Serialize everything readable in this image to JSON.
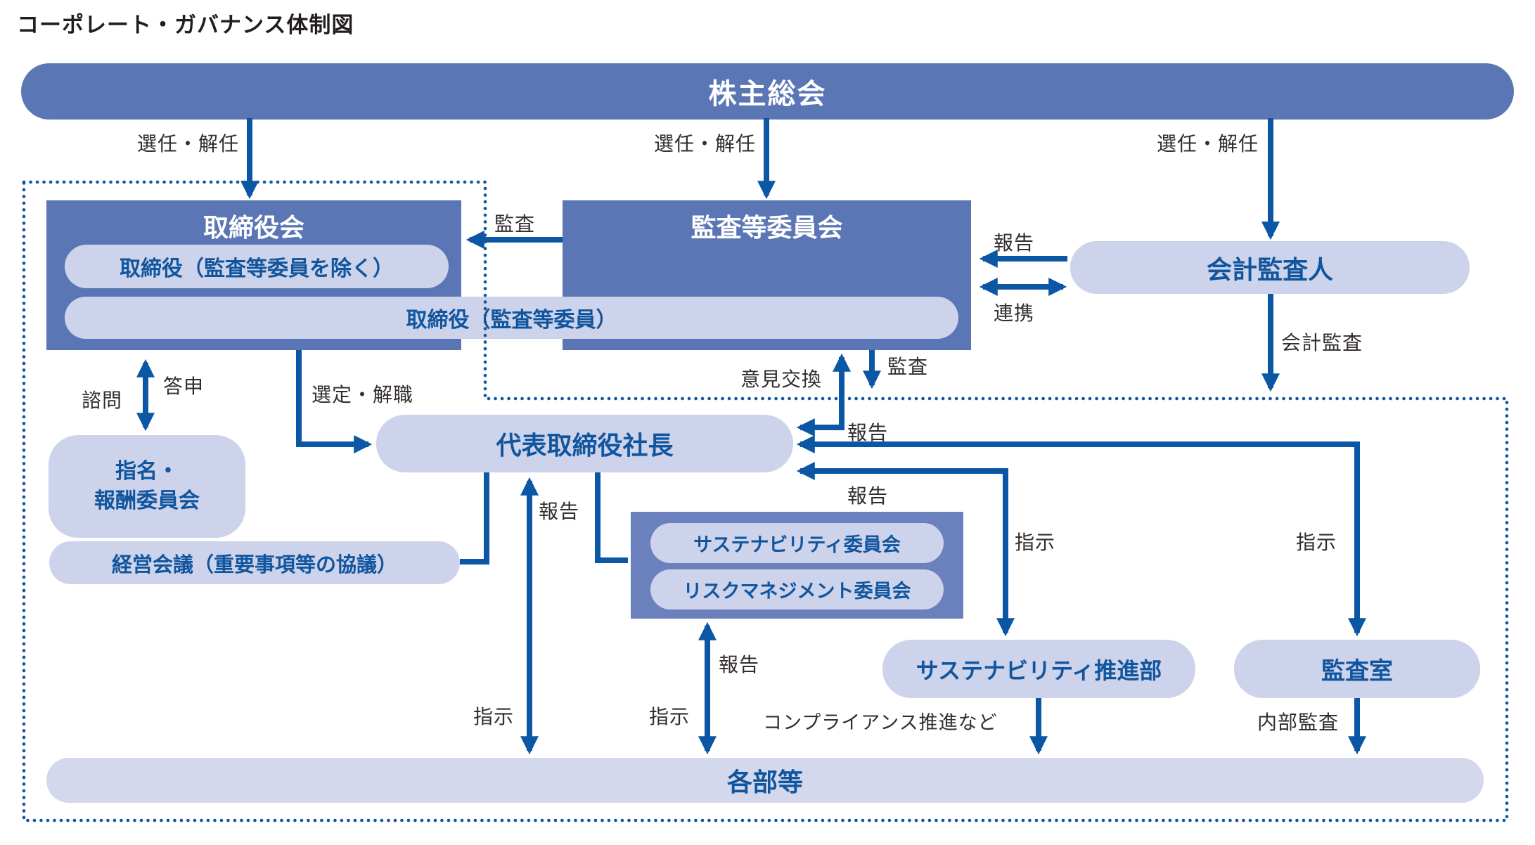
{
  "title": "コーポレート・ガバナンス体制図",
  "nodes": {
    "shareholders": "株主総会",
    "board": "取締役会",
    "directors_excl_audit": "取締役（監査等委員を除く）",
    "directors_audit": "取締役（監査等委員）",
    "audit_committee": "監査等委員会",
    "accounting_auditor": "会計監査人",
    "nomination_committee_line1": "指名・",
    "nomination_committee_line2": "報酬委員会",
    "president": "代表取締役社長",
    "management_meeting": "経営会議（重要事項等の協議）",
    "sustainability_committee": "サステナビリティ委員会",
    "risk_management_committee": "リスクマネジメント委員会",
    "sustainability_dept": "サステナビリティ推進部",
    "audit_office": "監査室",
    "departments": "各部等"
  },
  "labels": {
    "appoint_dismiss": "選任・解任",
    "audit": "監査",
    "report": "報告",
    "cooperation": "連携",
    "accounting_audit": "会計監査",
    "opinion_exchange": "意見交換",
    "consult": "諮問",
    "reply": "答申",
    "select_dismiss": "選定・解職",
    "instruct": "指示",
    "internal_audit": "内部監査",
    "compliance_promotion": "コンプライアンス推進など"
  },
  "colors": {
    "box_blue": "#5b76b4",
    "committee_box_blue": "#6b81bd",
    "pill_light_blue": "#ccd3ea",
    "departments_bar": "#d3d8ec",
    "arrow_blue": "#0b57a5",
    "dotted_blue": "#1156a0",
    "text_blue": "#11559e",
    "label_black": "#332d2e"
  }
}
